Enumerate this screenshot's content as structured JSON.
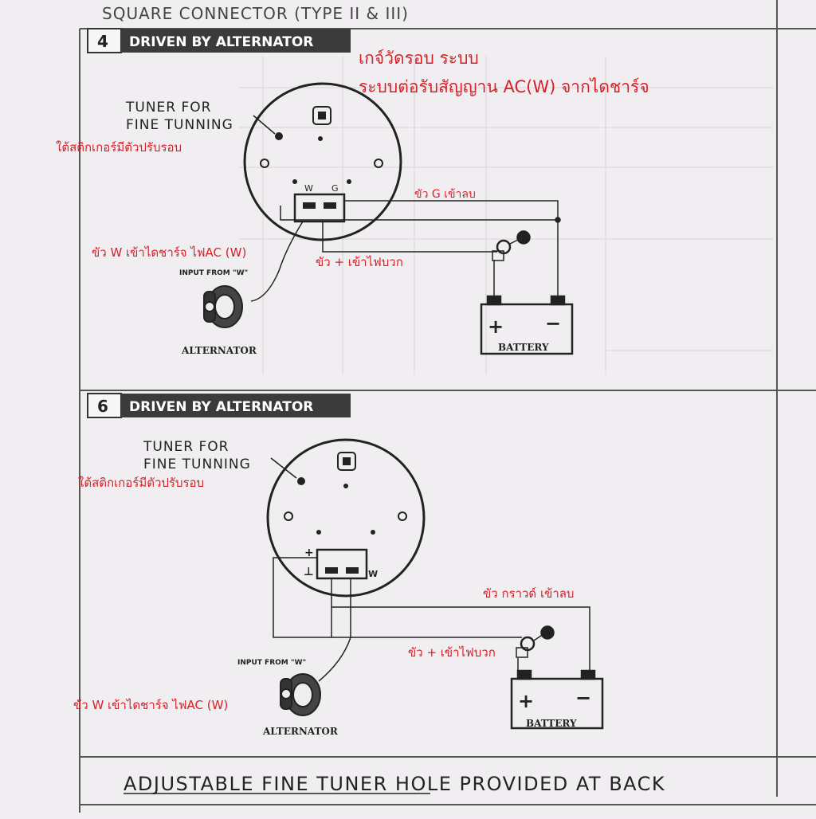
{
  "header": {
    "title": "SQUARE CONNECTOR (TYPE II & III)"
  },
  "panel4": {
    "number": "4",
    "heading": "DRIVEN BY ALTERNATOR",
    "thai_title_line1": "เกจ์วัดรอบ ระบบ",
    "thai_title_line2": "ระบบต่อรับสัญญาน AC(W) จากไดชาร์จ",
    "tuner_line1": "TUNER FOR",
    "tuner_line2": "FINE TUNNING",
    "tuner_thai": "ใต้สติกเกอร์มีตัวปรับรอบ",
    "pin_w": "W",
    "pin_g": "G",
    "ground_note": "ขัว G เข้าลบ",
    "w_note": "ขัว W เข้าไดชาร์จ ไฟAC (W)",
    "plus_note": "ขัว + เข้าไฟบวก",
    "input_label": "INPUT FROM \"W\"",
    "alternator_label": "ALTERNATOR",
    "battery_label": "BATTERY",
    "battery_plus": "+",
    "battery_minus": "−"
  },
  "panel6": {
    "number": "6",
    "heading": "DRIVEN BY ALTERNATOR",
    "tuner_line1": "TUNER FOR",
    "tuner_line2": "FINE TUNNING",
    "tuner_thai": "ใต้สติกเกอร์มีตัวปรับรอบ",
    "pin_plus": "+",
    "pin_ground": "⊥",
    "pin_w": "W",
    "ground_note": "ขัว กราวด์ เข้าลบ",
    "plus_note": "ขัว + เข้าไฟบวก",
    "w_note": "ขัว W เข้าไดชาร์จ ไฟAC (W)",
    "input_label": "INPUT FROM \"W\"",
    "alternator_label": "ALTERNATOR",
    "battery_label": "BATTERY",
    "battery_plus": "+",
    "battery_minus": "−"
  },
  "footer": {
    "note": "ADJUSTABLE FINE TUNER HOLE PROVIDED AT BACK"
  },
  "colors": {
    "paper": "#f1eef1",
    "ink": "#2a2a2a",
    "annotation_red": "#d81f26",
    "heading_bg": "#3b3b3b",
    "heading_text": "#ffffff"
  }
}
